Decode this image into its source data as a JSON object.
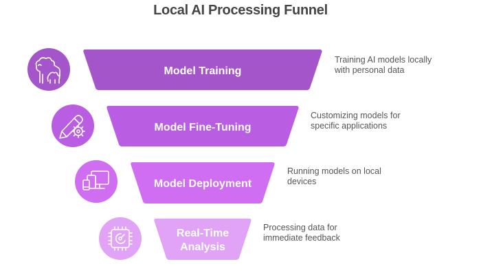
{
  "title": "Local AI Processing Funnel",
  "stages": [
    {
      "label_lines": [
        "Model Training"
      ],
      "description": "Training AI models locally with personal data",
      "icon": "sheep-lamb-icon",
      "color": "#a355c9"
    },
    {
      "label_lines": [
        "Model Fine-Tuning"
      ],
      "description": "Customizing models for specific applications",
      "icon": "pencil-gear-icon",
      "color": "#b95de2"
    },
    {
      "label_lines": [
        "Model Deployment"
      ],
      "description": "Running models on local devices",
      "icon": "devices-icon",
      "color": "#cf6ef0"
    },
    {
      "label_lines": [
        "Real-Time",
        "Analysis"
      ],
      "description": "Processing data for immediate feedback",
      "icon": "chip-gauge-icon",
      "color": "#e0a3f5"
    }
  ]
}
